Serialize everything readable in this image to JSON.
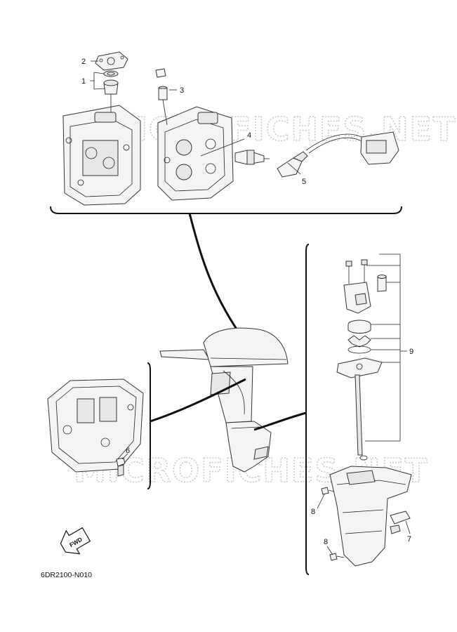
{
  "watermark": "MICROFICHES.NET",
  "diagram_code": "6DR2100-N010",
  "fwd_label": "FWD",
  "callouts": [
    {
      "id": "1",
      "text": "1"
    },
    {
      "id": "2",
      "text": "2"
    },
    {
      "id": "3",
      "text": "3"
    },
    {
      "id": "4",
      "text": "4"
    },
    {
      "id": "5",
      "text": "5"
    },
    {
      "id": "6",
      "text": "6"
    },
    {
      "id": "7",
      "text": "7"
    },
    {
      "id": "8a",
      "text": "8"
    },
    {
      "id": "8b",
      "text": "8"
    },
    {
      "id": "9",
      "text": "9"
    }
  ]
}
